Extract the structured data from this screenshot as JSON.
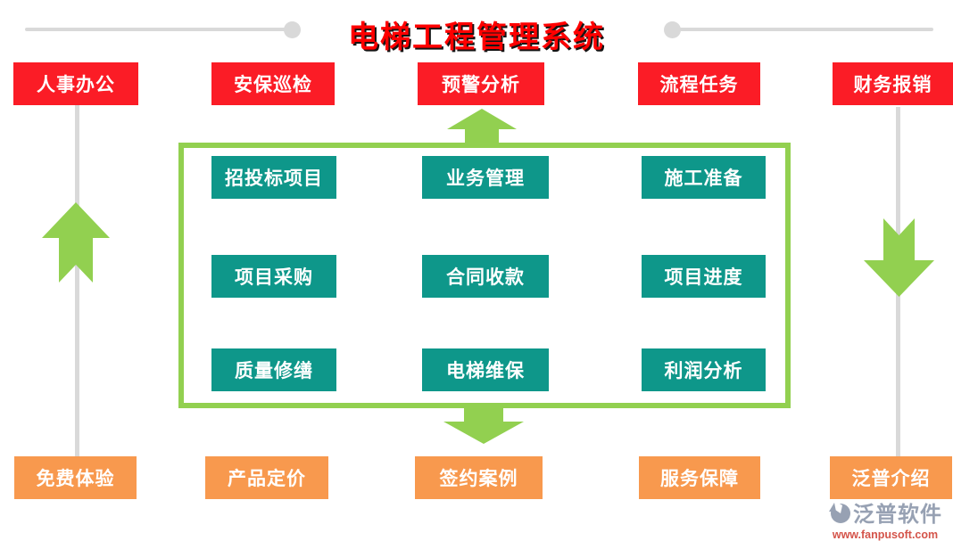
{
  "title": "电梯工程管理系统",
  "top_row": [
    {
      "label": "人事办公"
    },
    {
      "label": "安保巡检"
    },
    {
      "label": "预警分析"
    },
    {
      "label": "流程任务"
    },
    {
      "label": "财务报销"
    }
  ],
  "modules": [
    {
      "label": "招投标项目"
    },
    {
      "label": "业务管理"
    },
    {
      "label": "施工准备"
    },
    {
      "label": "项目采购"
    },
    {
      "label": "合同收款"
    },
    {
      "label": "项目进度"
    },
    {
      "label": "质量修缮"
    },
    {
      "label": "电梯维保"
    },
    {
      "label": "利润分析"
    }
  ],
  "bottom_row": [
    {
      "label": "免费体验"
    },
    {
      "label": "产品定价"
    },
    {
      "label": "签约案例"
    },
    {
      "label": "服务保障"
    },
    {
      "label": "泛普介绍"
    }
  ],
  "logo": {
    "name": "泛普软件",
    "url": "www.fanpusoft.com",
    "icon": "fanpu-logo-icon"
  },
  "icons": {
    "left_flow": "up-arrow-icon",
    "right_flow": "down-arrow-icon",
    "box_input": "up-arrow-icon",
    "box_output": "down-arrow-icon"
  },
  "colors": {
    "title_red": "#fe0000",
    "button_red": "#fb1c26",
    "module_teal": "#0e978a",
    "button_orange": "#f8994e",
    "arrow_green": "#92d050",
    "connector_gray": "#d9d9d9",
    "logo_gray": "#97a1b3",
    "logo_url_red": "#d4544a"
  }
}
